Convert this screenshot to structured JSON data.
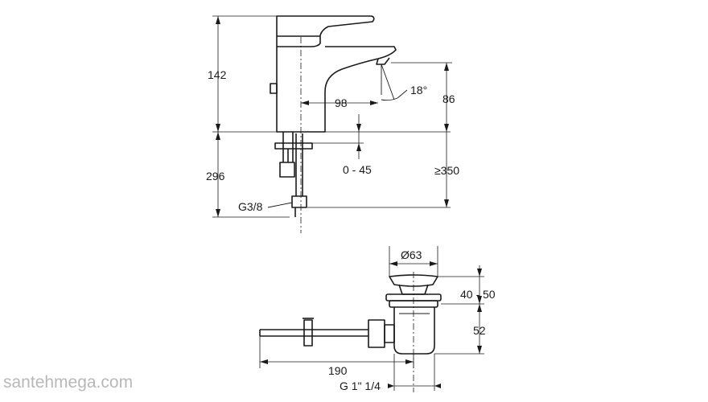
{
  "faucet": {
    "dim_height_total": "142",
    "dim_height_spout": "86",
    "dim_reach": "98",
    "dim_angle": "18°",
    "dim_deck": "0 - 45",
    "dim_hose_min": "≥350",
    "dim_hose_length": "296",
    "thread_inlet": "G3/8"
  },
  "waste": {
    "dim_diameter": "Ø63",
    "dim_plug_height": "40 - 50",
    "dim_body_height": "52",
    "dim_rod_length": "190",
    "thread_outlet": "G 1\" 1/4"
  },
  "watermark": "santehmega.com"
}
